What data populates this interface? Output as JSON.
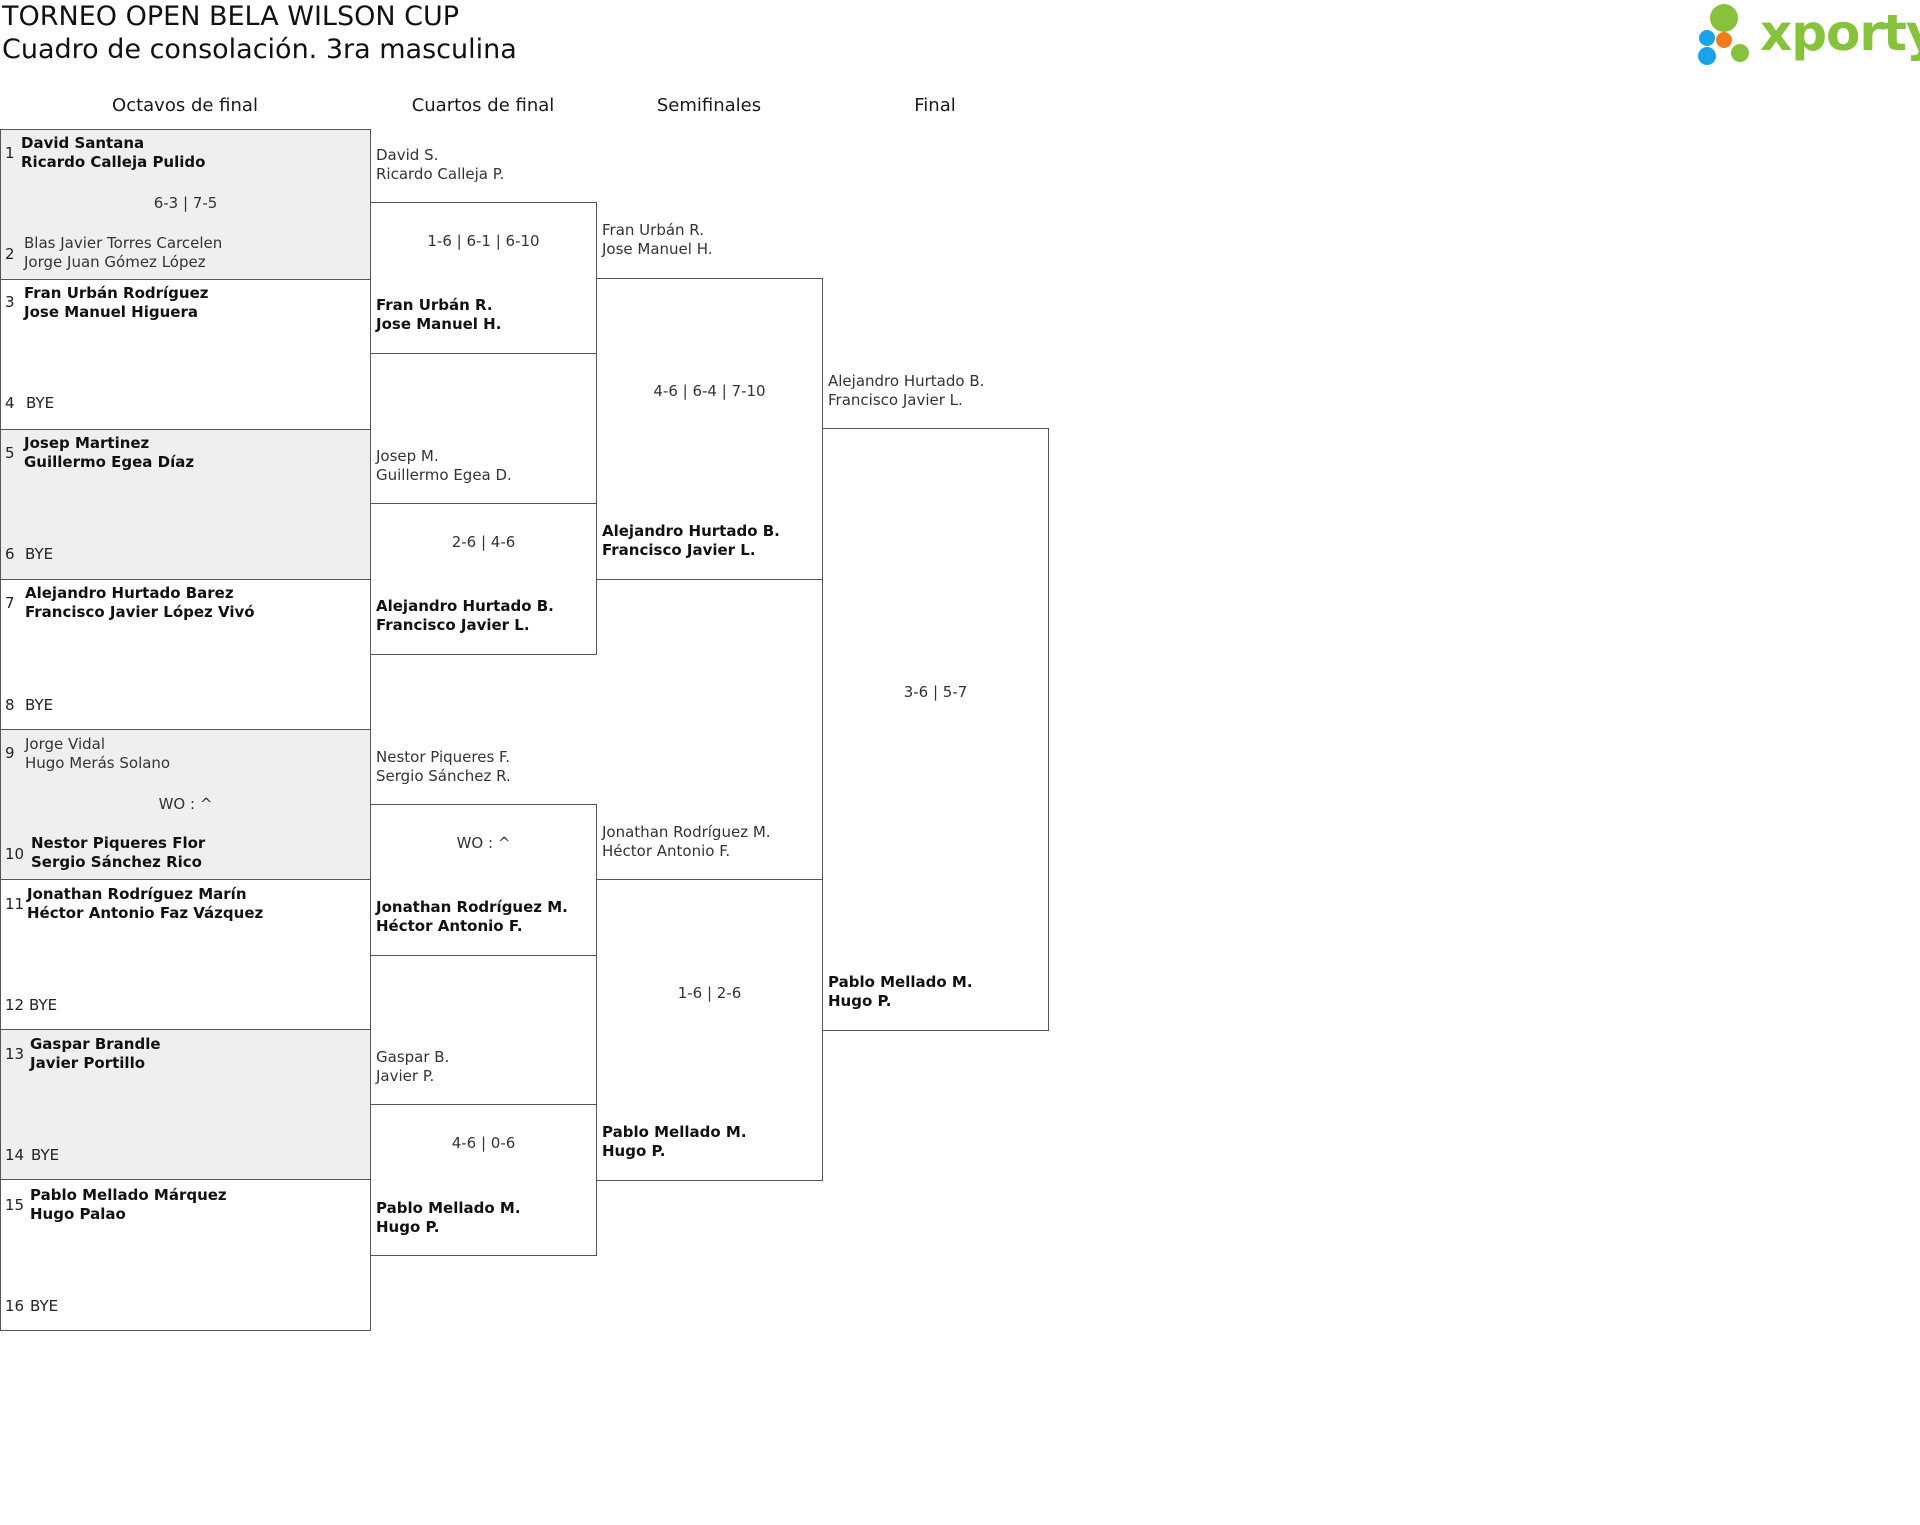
{
  "header": {
    "title": "TORNEO OPEN BELA WILSON CUP",
    "subtitle": "Cuadro de consolación. 3ra masculina",
    "logo_text": "xporty"
  },
  "rounds": [
    "Octavos de final",
    "Cuartos de final",
    "Semifinales",
    "Final"
  ],
  "octavos": [
    {
      "seed_a": "1",
      "team_a": [
        "David Santana",
        "Ricardo Calleja Pulido"
      ],
      "seed_b": "2",
      "team_b": [
        "Blas Javier Torres Carcelen",
        "Jorge Juan Gómez López"
      ],
      "score": "6-3 | 7-5"
    },
    {
      "seed_a": "3",
      "team_a": [
        "Fran Urbán Rodríguez",
        "Jose Manuel Higuera"
      ],
      "seed_b": "4",
      "team_b": [
        "BYE"
      ],
      "score": ""
    },
    {
      "seed_a": "5",
      "team_a": [
        "Josep Martinez",
        "Guillermo Egea Díaz"
      ],
      "seed_b": "6",
      "team_b": [
        "BYE"
      ],
      "score": ""
    },
    {
      "seed_a": "7",
      "team_a": [
        "Alejandro Hurtado Barez",
        "Francisco Javier López Vivó"
      ],
      "seed_b": "8",
      "team_b": [
        "BYE"
      ],
      "score": ""
    },
    {
      "seed_a": "9",
      "team_a": [
        "Jorge Vidal",
        "Hugo Merás Solano"
      ],
      "seed_b": "10",
      "team_b": [
        "Nestor Piqueres Flor",
        "Sergio Sánchez Rico"
      ],
      "score": "WO : ^"
    },
    {
      "seed_a": "11",
      "team_a": [
        "Jonathan Rodríguez Marín",
        "Héctor Antonio Faz Vázquez"
      ],
      "seed_b": "12",
      "team_b": [
        "BYE"
      ],
      "score": ""
    },
    {
      "seed_a": "13",
      "team_a": [
        "Gaspar Brandle",
        "Javier Portillo"
      ],
      "seed_b": "14",
      "team_b": [
        "BYE"
      ],
      "score": ""
    },
    {
      "seed_a": "15",
      "team_a": [
        "Pablo Mellado Márquez",
        "Hugo Palao"
      ],
      "seed_b": "16",
      "team_b": [
        "BYE"
      ],
      "score": ""
    }
  ],
  "cuartos": [
    {
      "team_a": [
        "David S.",
        "Ricardo Calleja P."
      ],
      "team_b": [
        "Fran Urbán R.",
        "Jose Manuel H."
      ],
      "score": "1-6 | 6-1 | 6-10"
    },
    {
      "team_a": [
        "Josep M.",
        "Guillermo Egea D."
      ],
      "team_b": [
        "Alejandro Hurtado B.",
        "Francisco Javier L."
      ],
      "score": "2-6 | 4-6"
    },
    {
      "team_a": [
        "Nestor Piqueres F.",
        "Sergio Sánchez R."
      ],
      "team_b": [
        "Jonathan Rodríguez M.",
        "Héctor Antonio F."
      ],
      "score": "WO : ^"
    },
    {
      "team_a": [
        "Gaspar B.",
        "Javier P."
      ],
      "team_b": [
        "Pablo Mellado M.",
        "Hugo P."
      ],
      "score": "4-6 | 0-6"
    }
  ],
  "semis": [
    {
      "team_a": [
        "Fran Urbán R.",
        "Jose Manuel H."
      ],
      "team_b": [
        "Alejandro Hurtado B.",
        "Francisco Javier L."
      ],
      "score": "4-6 | 6-4 | 7-10"
    },
    {
      "team_a": [
        "Jonathan Rodríguez M.",
        "Héctor Antonio F."
      ],
      "team_b": [
        "Pablo Mellado M.",
        "Hugo P."
      ],
      "score": "1-6 | 2-6"
    }
  ],
  "final": {
    "team_a": [
      "Alejandro Hurtado B.",
      "Francisco Javier L."
    ],
    "team_b": [
      "Pablo Mellado M.",
      "Hugo P."
    ],
    "score": "3-6 | 5-7"
  }
}
